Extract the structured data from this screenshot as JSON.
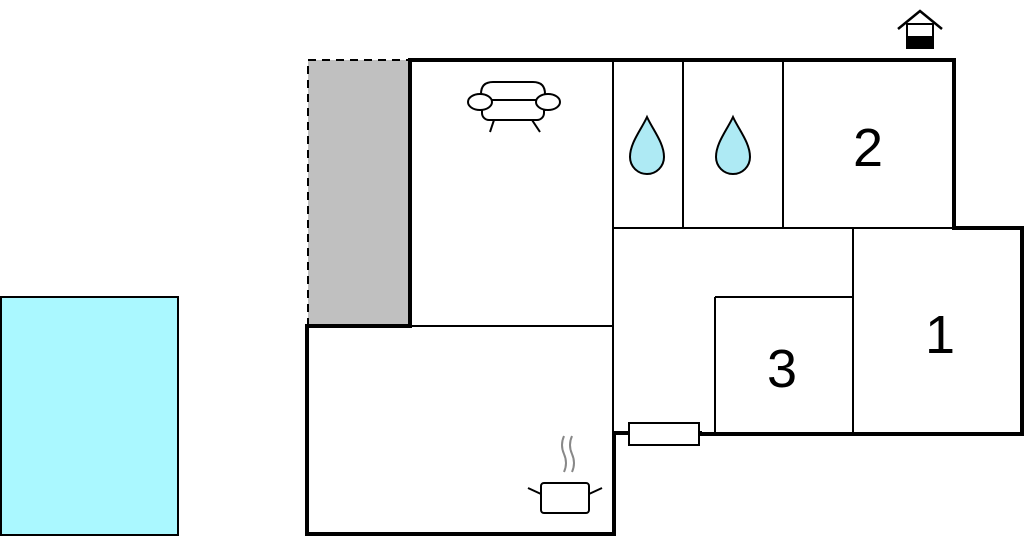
{
  "floorplan": {
    "rooms": [
      {
        "id": "bedroom-1",
        "label": "1"
      },
      {
        "id": "bedroom-2",
        "label": "2"
      },
      {
        "id": "bedroom-3",
        "label": "3"
      }
    ],
    "icons": {
      "living_room": "sofa-icon",
      "bathroom_a": "water-drop-icon",
      "bathroom_b": "water-drop-icon",
      "kitchen": "cooking-pot-icon",
      "entrance": "house-entrance-icon",
      "fireplace": "fireplace-icon"
    },
    "colors": {
      "pool": "#aaf8ff",
      "terrace": "#c0c0c0",
      "water_drop": "#aeeaf4",
      "walls": "#000000"
    }
  }
}
